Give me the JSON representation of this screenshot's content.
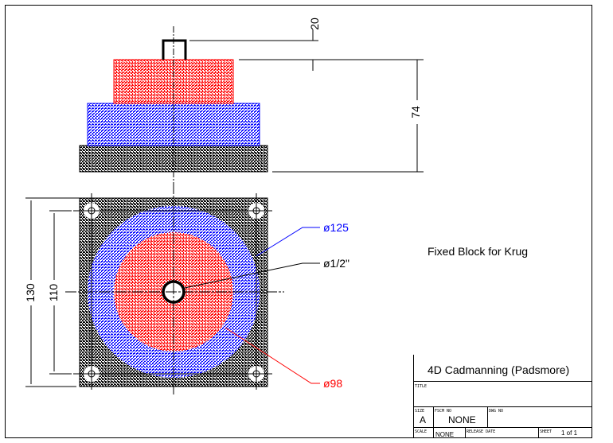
{
  "drawing": {
    "note": "Fixed Block for Krug",
    "colors": {
      "red": "#ff0000",
      "blue": "#0000ff",
      "black": "#000000"
    }
  },
  "dimensions": {
    "pin_height": "20",
    "stack_height": "74",
    "outer_size": "130",
    "hole_spacing": "110",
    "blue_diameter": "ø125",
    "hole_diameter": "ø1/2\"",
    "red_diameter": "ø98"
  },
  "title_block": {
    "company": "4D Cadmanning (Padsmore)",
    "title_label": "TITLE",
    "size_label": "SIZE",
    "size_value": "A",
    "fscm_label": "FSCM NO",
    "fscm_value": "NONE",
    "dwg_label": "DWG NO",
    "scale_label": "SCALE",
    "scale_value": "NONE",
    "release_label": "RELEASE DATE",
    "sheet_label": "SHEET",
    "sheet_value": "1 of 1"
  }
}
